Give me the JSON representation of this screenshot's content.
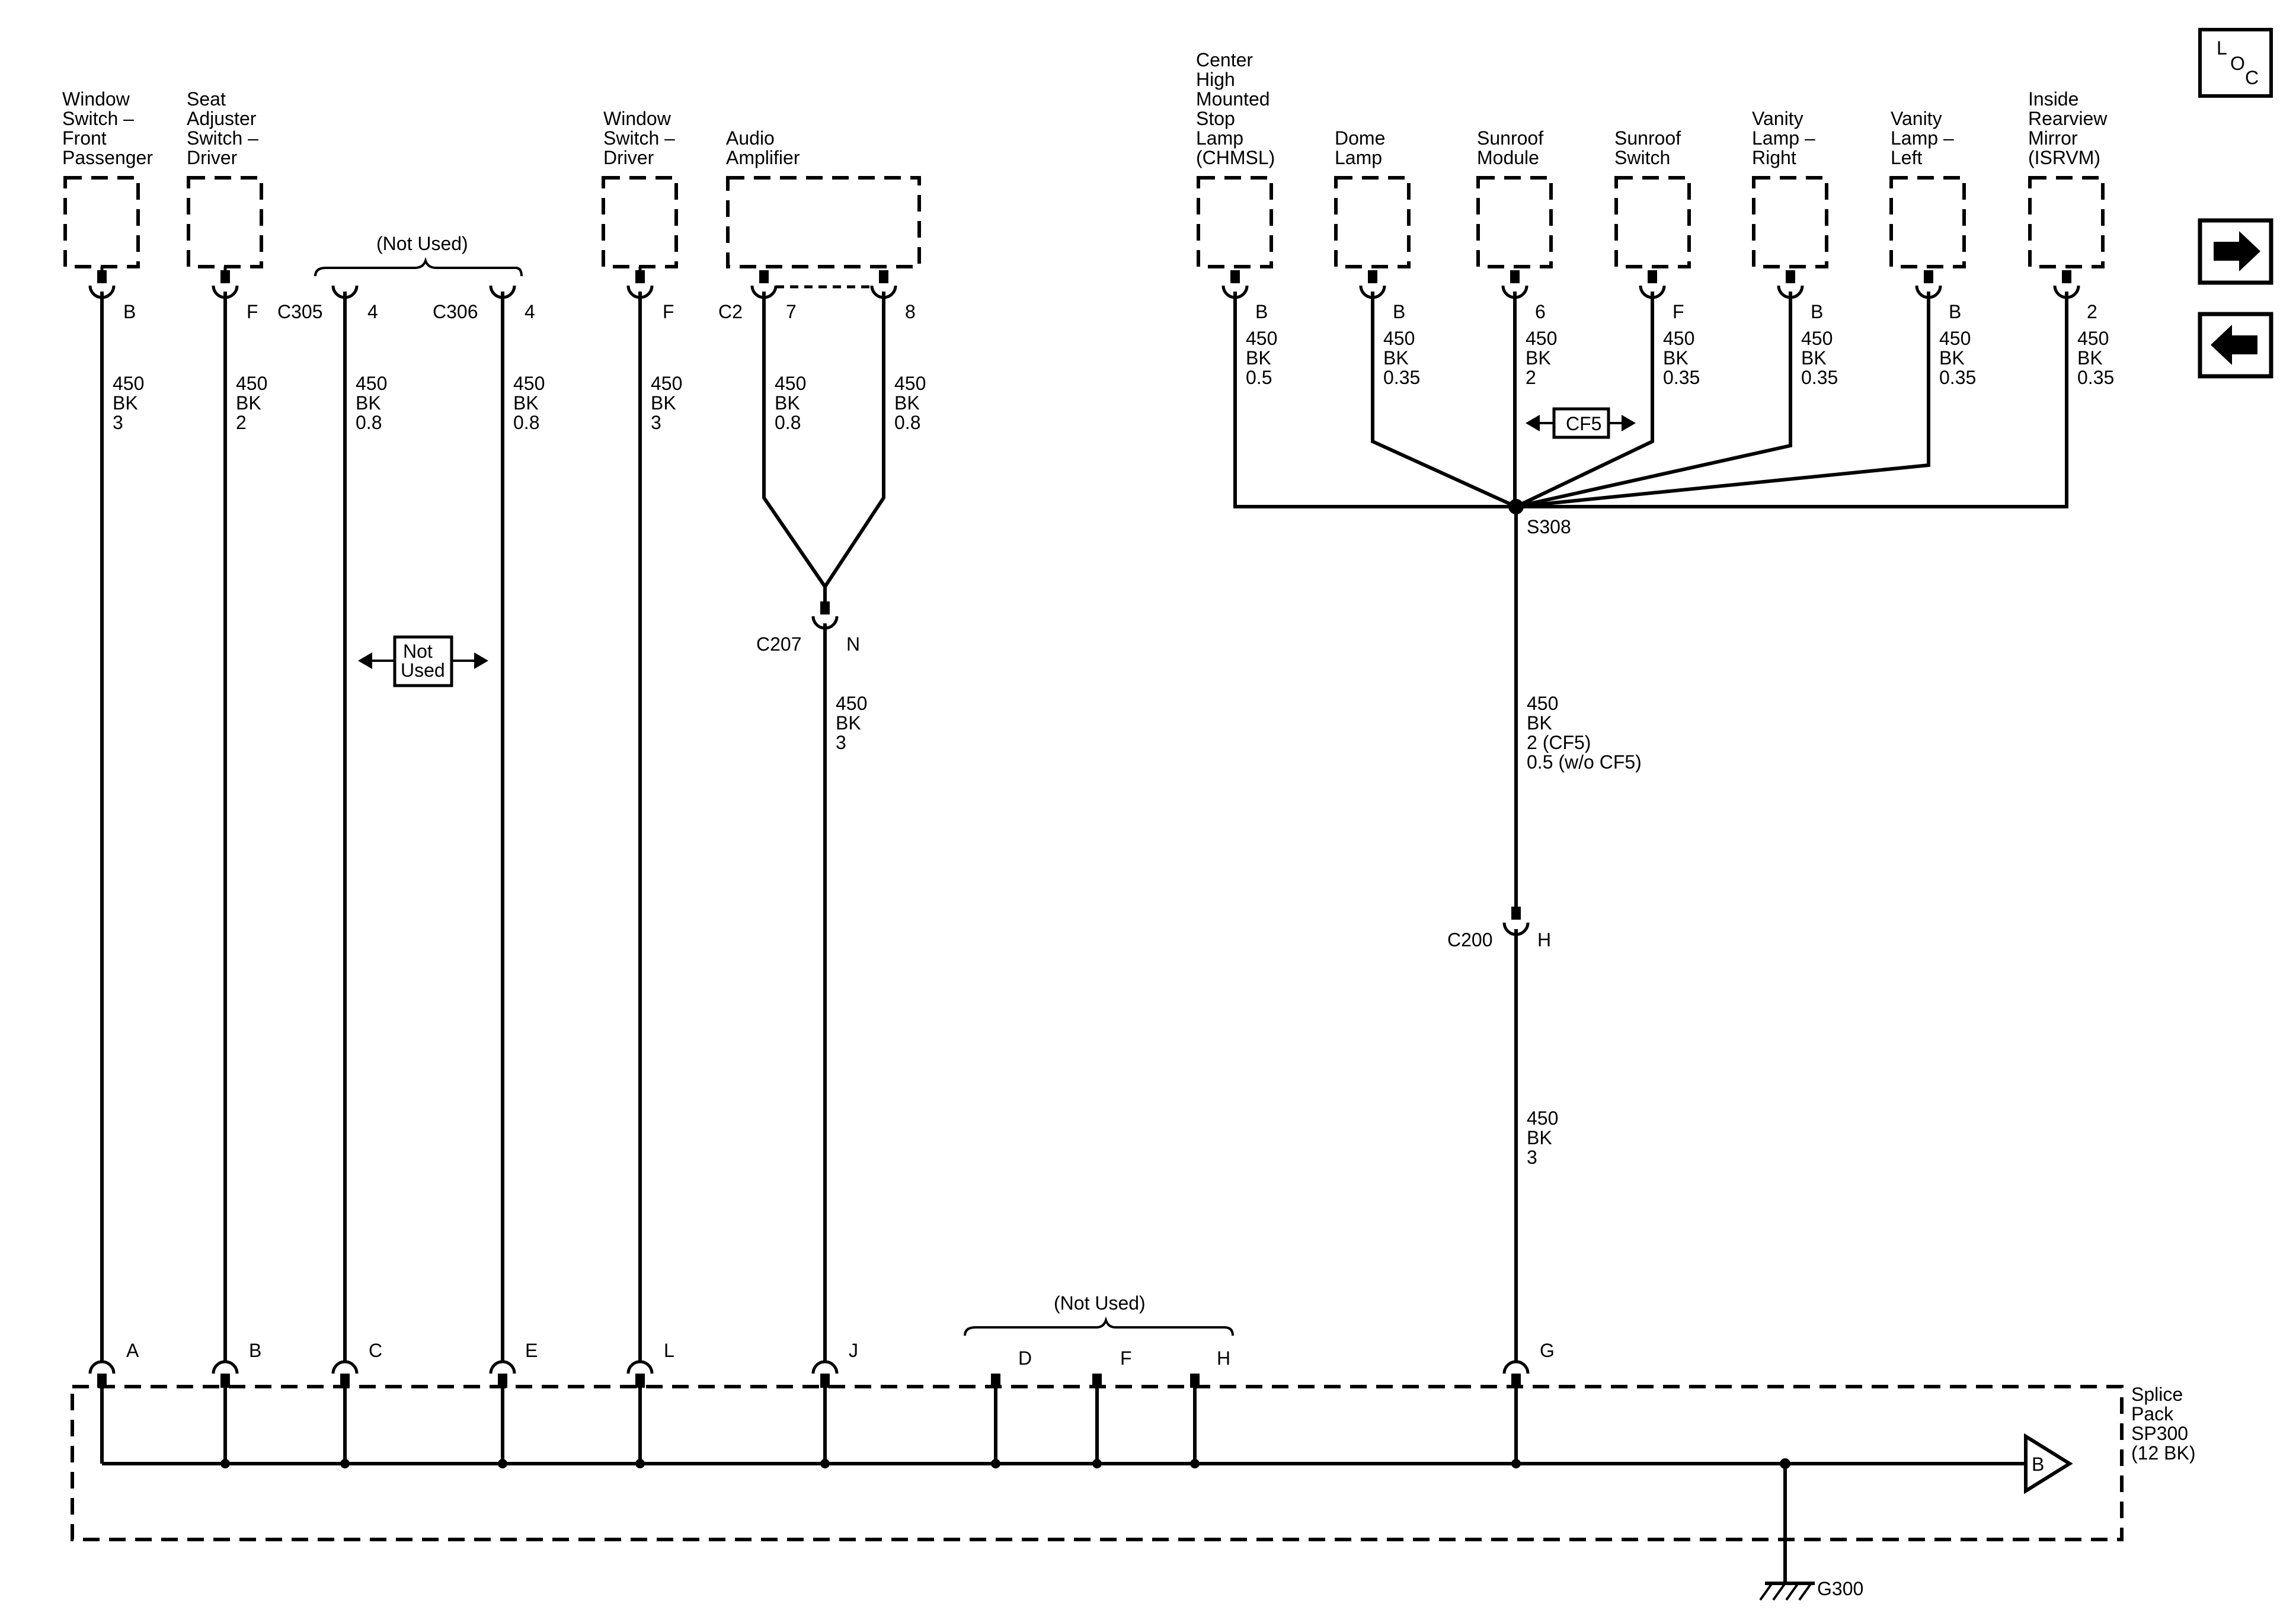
{
  "nav": {
    "loc": [
      "L",
      "O",
      "C"
    ],
    "forward_icon": "right-arrow-icon",
    "back_icon": "left-arrow-icon"
  },
  "components": {
    "window_switch_front_passenger": [
      "Window",
      "Switch –",
      "Front",
      "Passenger"
    ],
    "seat_adjuster_switch_driver": [
      "Seat",
      "Adjuster",
      "Switch –",
      "Driver"
    ],
    "window_switch_driver": [
      "Window",
      "Switch –",
      "Driver"
    ],
    "audio_amplifier": [
      "Audio",
      "Amplifier"
    ],
    "chmsl": [
      "Center",
      "High",
      "Mounted",
      "Stop",
      "Lamp",
      "(CHMSL)"
    ],
    "dome_lamp": [
      "Dome",
      "Lamp"
    ],
    "sunroof_module": [
      "Sunroof",
      "Module"
    ],
    "sunroof_switch": [
      "Sunroof",
      "Switch"
    ],
    "vanity_lamp_right": [
      "Vanity",
      "Lamp –",
      "Right"
    ],
    "vanity_lamp_left": [
      "Vanity",
      "Lamp –",
      "Left"
    ],
    "isrvm": [
      "Inside",
      "Rearview",
      "Mirror",
      "(ISRVM)"
    ],
    "splice_pack": [
      "Splice",
      "Pack",
      "SP300",
      "(12 BK)"
    ]
  },
  "not_used": {
    "top": "(Not Used)",
    "bottom": "(Not Used)",
    "box": [
      "Not",
      "Used"
    ]
  },
  "connectors": {
    "c305": "C305",
    "c306": "C306",
    "c2": "C2",
    "c207": "C207",
    "c200": "C200",
    "s308": "S308",
    "cf5": "CF5",
    "g300": "G300",
    "arrow_b": "B"
  },
  "pins_top": {
    "wsfp": "B",
    "sasd": "F",
    "c305": "4",
    "c306": "4",
    "wsd": "F",
    "amp7": "7",
    "amp8": "8",
    "chmsl": "B",
    "dome": "B",
    "sunroof_module": "6",
    "sunroof_switch": "F",
    "vanity_right": "B",
    "vanity_left": "B",
    "isrvm": "2",
    "c207": "N",
    "c200": "H"
  },
  "pins_bottom": [
    "A",
    "B",
    "C",
    "E",
    "L",
    "J",
    "D",
    "F",
    "H",
    "G"
  ],
  "wires": {
    "wsfp": [
      "450",
      "BK",
      "3"
    ],
    "sasd": [
      "450",
      "BK",
      "2"
    ],
    "c305": [
      "450",
      "BK",
      "0.8"
    ],
    "c306": [
      "450",
      "BK",
      "0.8"
    ],
    "wsd": [
      "450",
      "BK",
      "3"
    ],
    "amp7": [
      "450",
      "BK",
      "0.8"
    ],
    "amp8": [
      "450",
      "BK",
      "0.8"
    ],
    "c207": [
      "450",
      "BK",
      "3"
    ],
    "chmsl": [
      "450",
      "BK",
      "0.5"
    ],
    "dome": [
      "450",
      "BK",
      "0.35"
    ],
    "sunroof_module": [
      "450",
      "BK",
      "2"
    ],
    "sunroof_switch": [
      "450",
      "BK",
      "0.35"
    ],
    "vanity_right": [
      "450",
      "BK",
      "0.35"
    ],
    "vanity_left": [
      "450",
      "BK",
      "0.35"
    ],
    "isrvm": [
      "450",
      "BK",
      "0.35"
    ],
    "s308_out": [
      "450",
      "BK",
      "2 (CF5)",
      "0.5 (w/o CF5)"
    ],
    "c200_out": [
      "450",
      "BK",
      "3"
    ]
  }
}
